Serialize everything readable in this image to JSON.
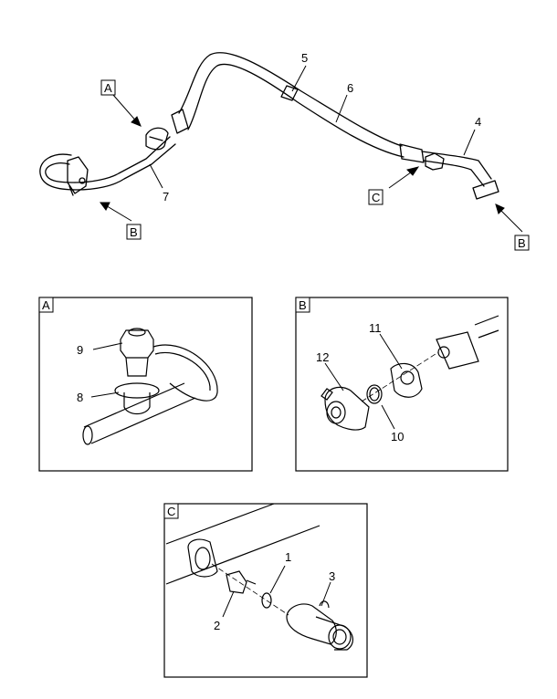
{
  "callouts": {
    "c1": "1",
    "c2": "2",
    "c3": "3",
    "c4": "4",
    "c5": "5",
    "c6": "6",
    "c7": "7",
    "c8": "8",
    "c9": "9",
    "c10": "10",
    "c11": "11",
    "c12": "12"
  },
  "view_refs": {
    "a": "A",
    "b_left": "B",
    "b_right": "B",
    "c": "C"
  },
  "detail_panels": {
    "a": "A",
    "b": "B",
    "c": "C"
  }
}
